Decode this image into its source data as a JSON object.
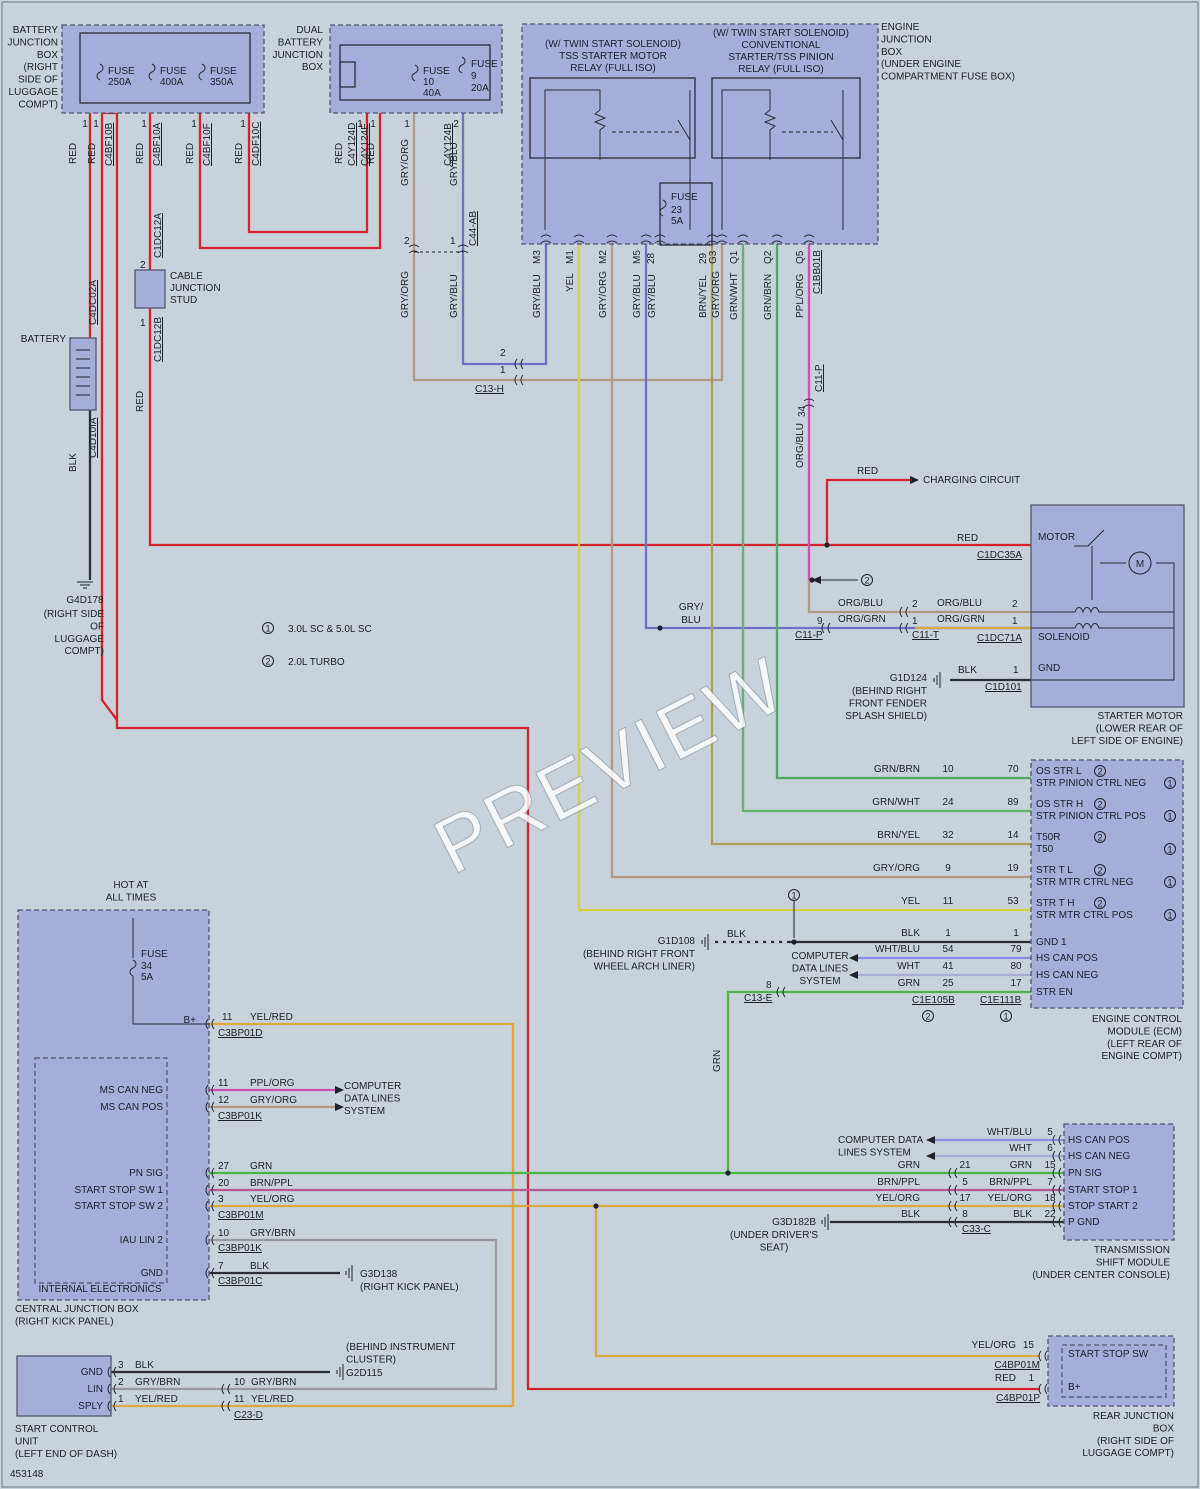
{
  "diagram_id": "453148",
  "watermark": "PREVIEW",
  "colors": {
    "red": "#d3232e",
    "gry_org": "#b29a82",
    "gry_blu": "#6f73c8",
    "yel": "#d9cf42",
    "brn_yel": "#ad9e58",
    "grn_wht": "#63b36a",
    "grn_brn": "#54a866",
    "ppl_org": "#c853b2",
    "blk": "#2c2f36",
    "grn": "#4fb348",
    "brn_ppl": "#b5598e",
    "yel_org": "#d9ac43",
    "yel_red": "#dcaa45",
    "gry_brn": "#9a9a9c",
    "wht_blu": "#8a8ee0",
    "wht": "#a9aed2",
    "module": "#a5aedb",
    "background": "#c7d2db"
  },
  "legend": [
    {
      "num": "1",
      "text": "3.0L SC & 5.0L SC"
    },
    {
      "num": "2",
      "text": "2.0L TURBO"
    }
  ],
  "battery_junction_box": {
    "title": [
      "BATTERY",
      "JUNCTION",
      "BOX",
      "(RIGHT",
      "SIDE OF",
      "LUGGAGE",
      "COMPT)"
    ],
    "fuses": [
      {
        "name": "FUSE",
        "rating": "250A"
      },
      {
        "name": "FUSE",
        "rating": "400A"
      },
      {
        "name": "FUSE",
        "rating": "350A"
      }
    ],
    "pins": [
      {
        "pin": "1",
        "conn": "C4BF10B"
      },
      {
        "pin": "1",
        "conn": "C4BF10A"
      },
      {
        "pin": "1",
        "conn": "C4BF10F"
      },
      {
        "pin": "1",
        "conn": "C4DF10C"
      }
    ]
  },
  "dual_battery_junction_box": {
    "title": [
      "DUAL",
      "BATTERY",
      "JUNCTION",
      "BOX"
    ],
    "fuses": [
      {
        "name": "FUSE",
        "num": "10",
        "rating": "40A"
      },
      {
        "name": "FUSE",
        "num": "9",
        "rating": "20A"
      }
    ],
    "pins": [
      {
        "pin": "1",
        "conn": "C4Y124D"
      },
      {
        "pin": "1",
        "conn": "C4Y124E"
      },
      {
        "pin": "1",
        "conn": ""
      },
      {
        "pin": "2",
        "conn": "C4Y124B"
      }
    ]
  },
  "engine_junction_box": {
    "title": [
      "ENGINE",
      "JUNCTION",
      "BOX",
      "(UNDER ENGINE",
      "COMPARTMENT FUSE BOX)"
    ],
    "relay1": [
      "(W/ TWIN START SOLENOID)",
      "TSS STARTER MOTOR",
      "RELAY (FULL ISO)"
    ],
    "relay2": [
      "(W/ TWIN START SOLENOID)",
      "CONVENTIONAL",
      "STARTER/TSS PINION",
      "RELAY (FULL ISO)"
    ],
    "fuse": {
      "name": "FUSE",
      "num": "23",
      "rating": "5A"
    },
    "pins": [
      "M3",
      "M1",
      "M2",
      "M5",
      "28",
      "29",
      "G3",
      "Q1",
      "Q2",
      "Q5"
    ],
    "conn": "C1BB01B"
  },
  "battery": {
    "label": "BATTERY",
    "conn_top": "C4DC02A",
    "conn_bottom": "C4D10IA",
    "ground": "G4D178",
    "ground_loc": [
      "(RIGHT SIDE",
      "OF",
      "LUGGAGE",
      "COMPT)"
    ]
  },
  "cable_junction_stud": {
    "label": [
      "CABLE",
      "JUNCTION",
      "STUD"
    ],
    "conn_top": "C1DC12A",
    "conn_bottom": "C1DC12B",
    "pin_top": "2",
    "pin_bottom": "1"
  },
  "wire_labels": {
    "red": "RED",
    "blk": "BLK",
    "gry_org": "GRY/ORG",
    "gry_blu": "GRY/BLU",
    "yel": "YEL",
    "brn_yel": "BRN/YEL",
    "grn_wht": "GRN/WHT",
    "grn_brn": "GRN/BRN",
    "ppl_org": "PPL/ORG",
    "org_blu": "ORG/BLU",
    "org_grn": "ORG/GRN",
    "grn": "GRN",
    "wht_blu": "WHT/BLU",
    "wht": "WHT",
    "brn_ppl": "BRN/PPL",
    "yel_org": "YEL/ORG",
    "yel_red": "YEL/RED",
    "gry_brn": "GRY/BRN",
    "gry_blu_split": [
      "GRY/",
      "BLU"
    ],
    "c11p": "C11-P",
    "c13h": "C13-H",
    "c44ab": "C44-AB",
    "pin34": "34"
  },
  "charging_circuit": "CHARGING CIRCUIT",
  "starter_motor": {
    "title": [
      "STARTER MOTOR",
      "(LOWER REAR OF",
      "LEFT SIDE OF ENGINE)"
    ],
    "labels": {
      "motor": "MOTOR",
      "solenoid": "SOLENOID",
      "gnd": "GND",
      "m": "M"
    },
    "conns": {
      "c1dc35a": "C1DC35A",
      "c1dc71a": "C1DC71A",
      "c1d101": "C1D101",
      "c11t": "C11-T"
    },
    "ground": "G1D124",
    "ground_loc": [
      "(BEHIND RIGHT",
      "FRONT FENDER",
      "SPLASH SHIELD)"
    ]
  },
  "ecm": {
    "title": [
      "ENGINE CONTROL",
      "MODULE (ECM)",
      "(LEFT REAR OF",
      "ENGINE COMPT)"
    ],
    "rows": [
      {
        "color": "GRN/BRN",
        "pin_a": "10",
        "pin_b": "70",
        "l1": "OS STR L",
        "b1": "2",
        "l2": "STR PINION CTRL NEG",
        "b2": "1"
      },
      {
        "color": "GRN/WHT",
        "pin_a": "24",
        "pin_b": "89",
        "l1": "OS STR H",
        "b1": "2",
        "l2": "STR PINION CTRL POS",
        "b2": "1"
      },
      {
        "color": "BRN/YEL",
        "pin_a": "32",
        "pin_b": "14",
        "l1": "T50R",
        "b1": "2",
        "l2": "T50",
        "b2": "1"
      },
      {
        "color": "GRY/ORG",
        "pin_a": "9",
        "pin_b": "19",
        "l1": "STR T L",
        "b1": "2",
        "l2": "STR MTR CTRL NEG",
        "b2": "1"
      },
      {
        "color": "YEL",
        "pin_a": "11",
        "pin_b": "53",
        "l1": "STR T H",
        "b1": "2",
        "l2": "STR MTR CTRL POS",
        "b2": "1"
      }
    ],
    "lower": [
      {
        "color": "BLK",
        "pin_a": "1",
        "pin_b": "1",
        "label": "GND 1"
      },
      {
        "color": "WHT/BLU",
        "pin_a": "54",
        "pin_b": "79",
        "label": "HS CAN POS"
      },
      {
        "color": "WHT",
        "pin_a": "41",
        "pin_b": "80",
        "label": "HS CAN NEG"
      },
      {
        "color": "GRN",
        "pin_a": "25",
        "pin_b": "17",
        "label": "STR EN"
      }
    ],
    "conn_a": "C1E105B",
    "conn_b": "C1E111B",
    "badge_a": "2",
    "badge_b": "1",
    "ground": "G1D108",
    "ground_loc": [
      "(BEHIND RIGHT FRONT",
      "WHEEL ARCH LINER)"
    ],
    "cdl": [
      "COMPUTER",
      "DATA LINES",
      "SYSTEM"
    ],
    "c13e": "C13-E",
    "pin8": "8"
  },
  "central_junction_box": {
    "hot": [
      "HOT AT",
      "ALL TIMES"
    ],
    "fuse": {
      "name": "FUSE",
      "num": "34",
      "rating": "5A"
    },
    "bplus": "B+",
    "internal": "INTERNAL ELECTRONICS",
    "title": [
      "CENTRAL JUNCTION BOX",
      "(RIGHT KICK PANEL)"
    ],
    "pins": [
      {
        "label": "MS CAN NEG",
        "pin": "11",
        "color": "PPL/ORG"
      },
      {
        "label": "MS CAN POS",
        "pin": "12",
        "color": "GRY/ORG"
      },
      {
        "label": "PN SIG",
        "pin": "27",
        "color": "GRN"
      },
      {
        "label": "START STOP SW 1",
        "pin": "20",
        "color": "BRN/PPL"
      },
      {
        "label": "START STOP SW 2",
        "pin": "3",
        "color": "YEL/ORG"
      },
      {
        "label": "IAU LIN 2",
        "pin": "10",
        "color": "GRY/BRN"
      },
      {
        "label": "GND",
        "pin": "7",
        "color": "BLK"
      }
    ],
    "bplus_pin": "11",
    "bplus_color": "YEL/RED",
    "conns": {
      "d": "C3BP01D",
      "k1": "C3BP01K",
      "m": "C3BP01M",
      "k2": "C3BP01K",
      "c": "C3BP01C"
    },
    "cdl": [
      "COMPUTER",
      "DATA LINES",
      "SYSTEM"
    ],
    "ground": "G3D138",
    "ground_loc": "(RIGHT KICK PANEL)"
  },
  "transmission_shift_module": {
    "title": [
      "TRANSMISSION",
      "SHIFT MODULE",
      "(UNDER CENTER CONSOLE)"
    ],
    "rows": [
      {
        "color": "WHT/BLU",
        "pin": "5",
        "label": "HS CAN POS"
      },
      {
        "color": "WHT",
        "pin": "6",
        "label": "HS CAN NEG"
      },
      {
        "color": "GRN",
        "pin_a": "21",
        "pin": "15",
        "label": "PN SIG"
      },
      {
        "color": "BRN/PPL",
        "pin_a": "5",
        "pin": "7",
        "label": "START STOP 1"
      },
      {
        "color": "YEL/ORG",
        "pin_a": "17",
        "pin": "18",
        "label": "STOP START 2"
      },
      {
        "color": "BLK",
        "pin_a": "8",
        "pin": "22",
        "label": "P GND"
      }
    ],
    "cdl": [
      "COMPUTER DATA",
      "LINES SYSTEM"
    ],
    "conn": "C33-C",
    "ground": "G3D182B",
    "ground_loc": [
      "(UNDER DRIVER'S",
      "SEAT)"
    ]
  },
  "start_control_unit": {
    "title": [
      "START CONTROL",
      "UNIT",
      "(LEFT END OF DASH)"
    ],
    "pins": [
      {
        "label": "GND",
        "pin": "3",
        "color": "BLK"
      },
      {
        "label": "LIN",
        "pin": "2",
        "color": "GRY/BRN",
        "pin_b": "10"
      },
      {
        "label": "SPLY",
        "pin": "1",
        "color": "YEL/RED",
        "pin_b": "11"
      }
    ],
    "conn": "C23-D",
    "ground": "G2D115",
    "ground_loc": [
      "(BEHIND INSTRUMENT",
      "CLUSTER)"
    ]
  },
  "rear_junction_box": {
    "title": [
      "REAR JUNCTION",
      "BOX",
      "(RIGHT SIDE OF",
      "LUGGAGE COMPT)"
    ],
    "labels": {
      "sw": "START STOP SW",
      "bplus": "B+"
    },
    "rows": [
      {
        "color": "YEL/ORG",
        "pin": "15",
        "conn": "C4BP01M"
      },
      {
        "color": "RED",
        "pin": "1",
        "conn": "C4BP01P"
      }
    ]
  }
}
